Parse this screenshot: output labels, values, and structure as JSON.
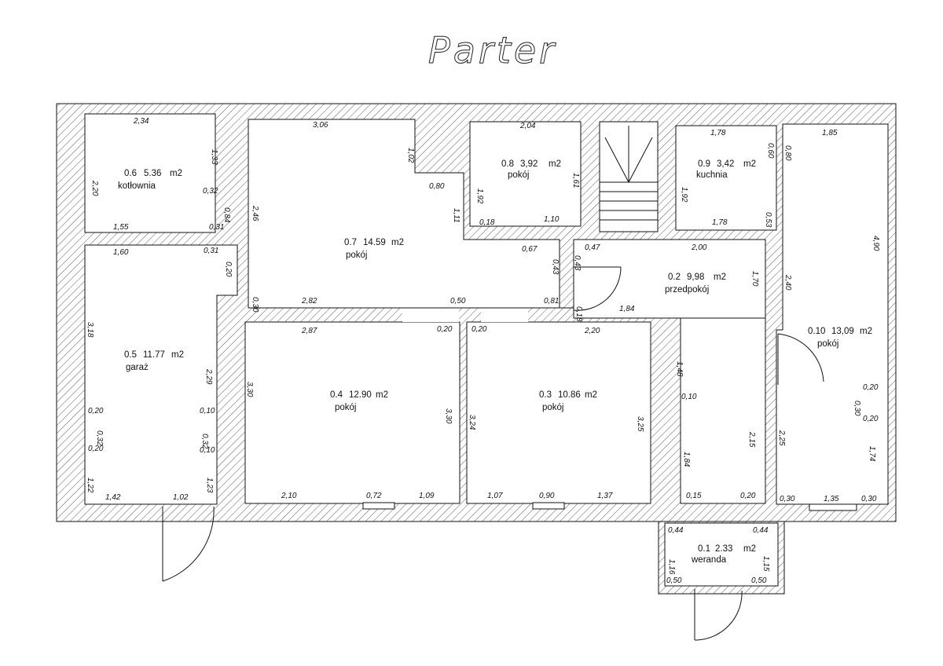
{
  "title": "Parter",
  "rooms": [
    {
      "num": "0.6",
      "area": "5.36",
      "unit": "m2",
      "name": "kotłownia"
    },
    {
      "num": "0.7",
      "area": "14.59",
      "unit": "m2",
      "name": "pokój"
    },
    {
      "num": "0.8",
      "area": "3,92",
      "unit": "m2",
      "name": "pokój"
    },
    {
      "num": "0.9",
      "area": "3,42",
      "unit": "m2",
      "name": "kuchnia"
    },
    {
      "num": "0.5",
      "area": "11.77",
      "unit": "m2",
      "name": "garaż"
    },
    {
      "num": "0.2",
      "area": "9,98",
      "unit": "m2",
      "name": "przedpokój"
    },
    {
      "num": "0.10",
      "area": "13,09",
      "unit": "m2",
      "name": "pokój"
    },
    {
      "num": "0.4",
      "area": "12.90",
      "unit": "m2",
      "name": "pokój"
    },
    {
      "num": "0.3",
      "area": "10.86",
      "unit": "m2",
      "name": "pokój"
    },
    {
      "num": "0.1",
      "area": "2.33",
      "unit": "m2",
      "name": "weranda"
    }
  ],
  "dimensions": [
    "2,34",
    "1,33",
    "2,20",
    "0,32",
    "0,84",
    "1,55",
    "0,31",
    "3,06",
    "1,02",
    "0,80",
    "2,46",
    "1,11",
    "0,30",
    "2,82",
    "0,50",
    "0,81",
    "0,43",
    "0,67",
    "2,04",
    "1,92",
    "1,61",
    "0,18",
    "1,10",
    "1,78",
    "0,60",
    "1,92",
    "0,53",
    "1,78",
    "0,80",
    "1,85",
    "4,90",
    "1,60",
    "0,31",
    "0,20",
    "3,18",
    "2,29",
    "0,20",
    "0,32",
    "0,20",
    "0,10",
    "0,32",
    "0,10",
    "1,22",
    "1,23",
    "1,42",
    "1,02",
    "0,47",
    "2,00",
    "1,70",
    "0,43",
    "0,18",
    "1,84",
    "2,40",
    "2,87",
    "0,20",
    "3,30",
    "3,30",
    "2,10",
    "0,72",
    "1,09",
    "0,20",
    "2,20",
    "3,24",
    "3,25",
    "1,07",
    "0,90",
    "1,37",
    "1,48",
    "0,10",
    "1,84",
    "0,15",
    "0,20",
    "2,15",
    "2,25",
    "0,20",
    "0,30",
    "0,20",
    "1,74",
    "0,30",
    "1,35",
    "0,30",
    "0,44",
    "0,44",
    "1,16",
    "1,15",
    "0,50",
    "0,50"
  ]
}
